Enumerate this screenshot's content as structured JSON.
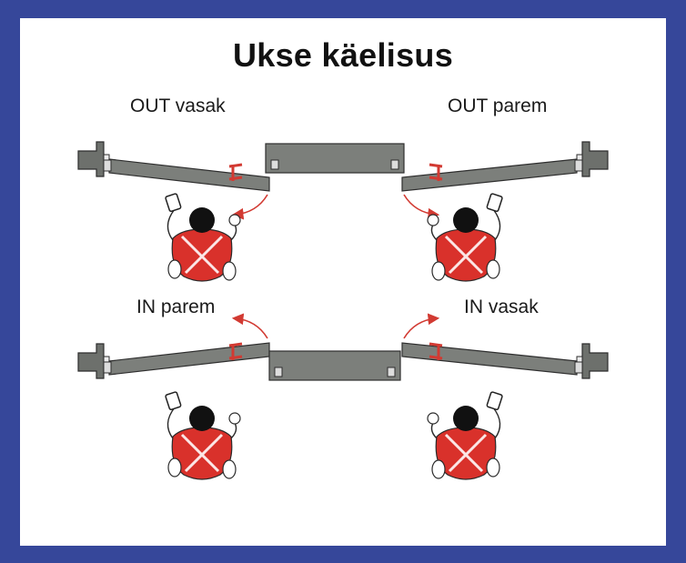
{
  "title": "Ukse käelisus",
  "quadrants": [
    {
      "id": "top-left",
      "label": "OUT vasak"
    },
    {
      "id": "top-right",
      "label": "OUT parem"
    },
    {
      "id": "bottom-left",
      "label": "IN parem"
    },
    {
      "id": "bottom-right",
      "label": "IN vasak"
    }
  ],
  "colors": {
    "border": "#36479a",
    "background": "#ffffff",
    "door": "#7c7f7b",
    "door_stroke": "#2e2e2e",
    "person_shirt": "#d9312b",
    "person_head": "#111111",
    "arrow": "#d23a32",
    "hinge": "#d23a32"
  }
}
